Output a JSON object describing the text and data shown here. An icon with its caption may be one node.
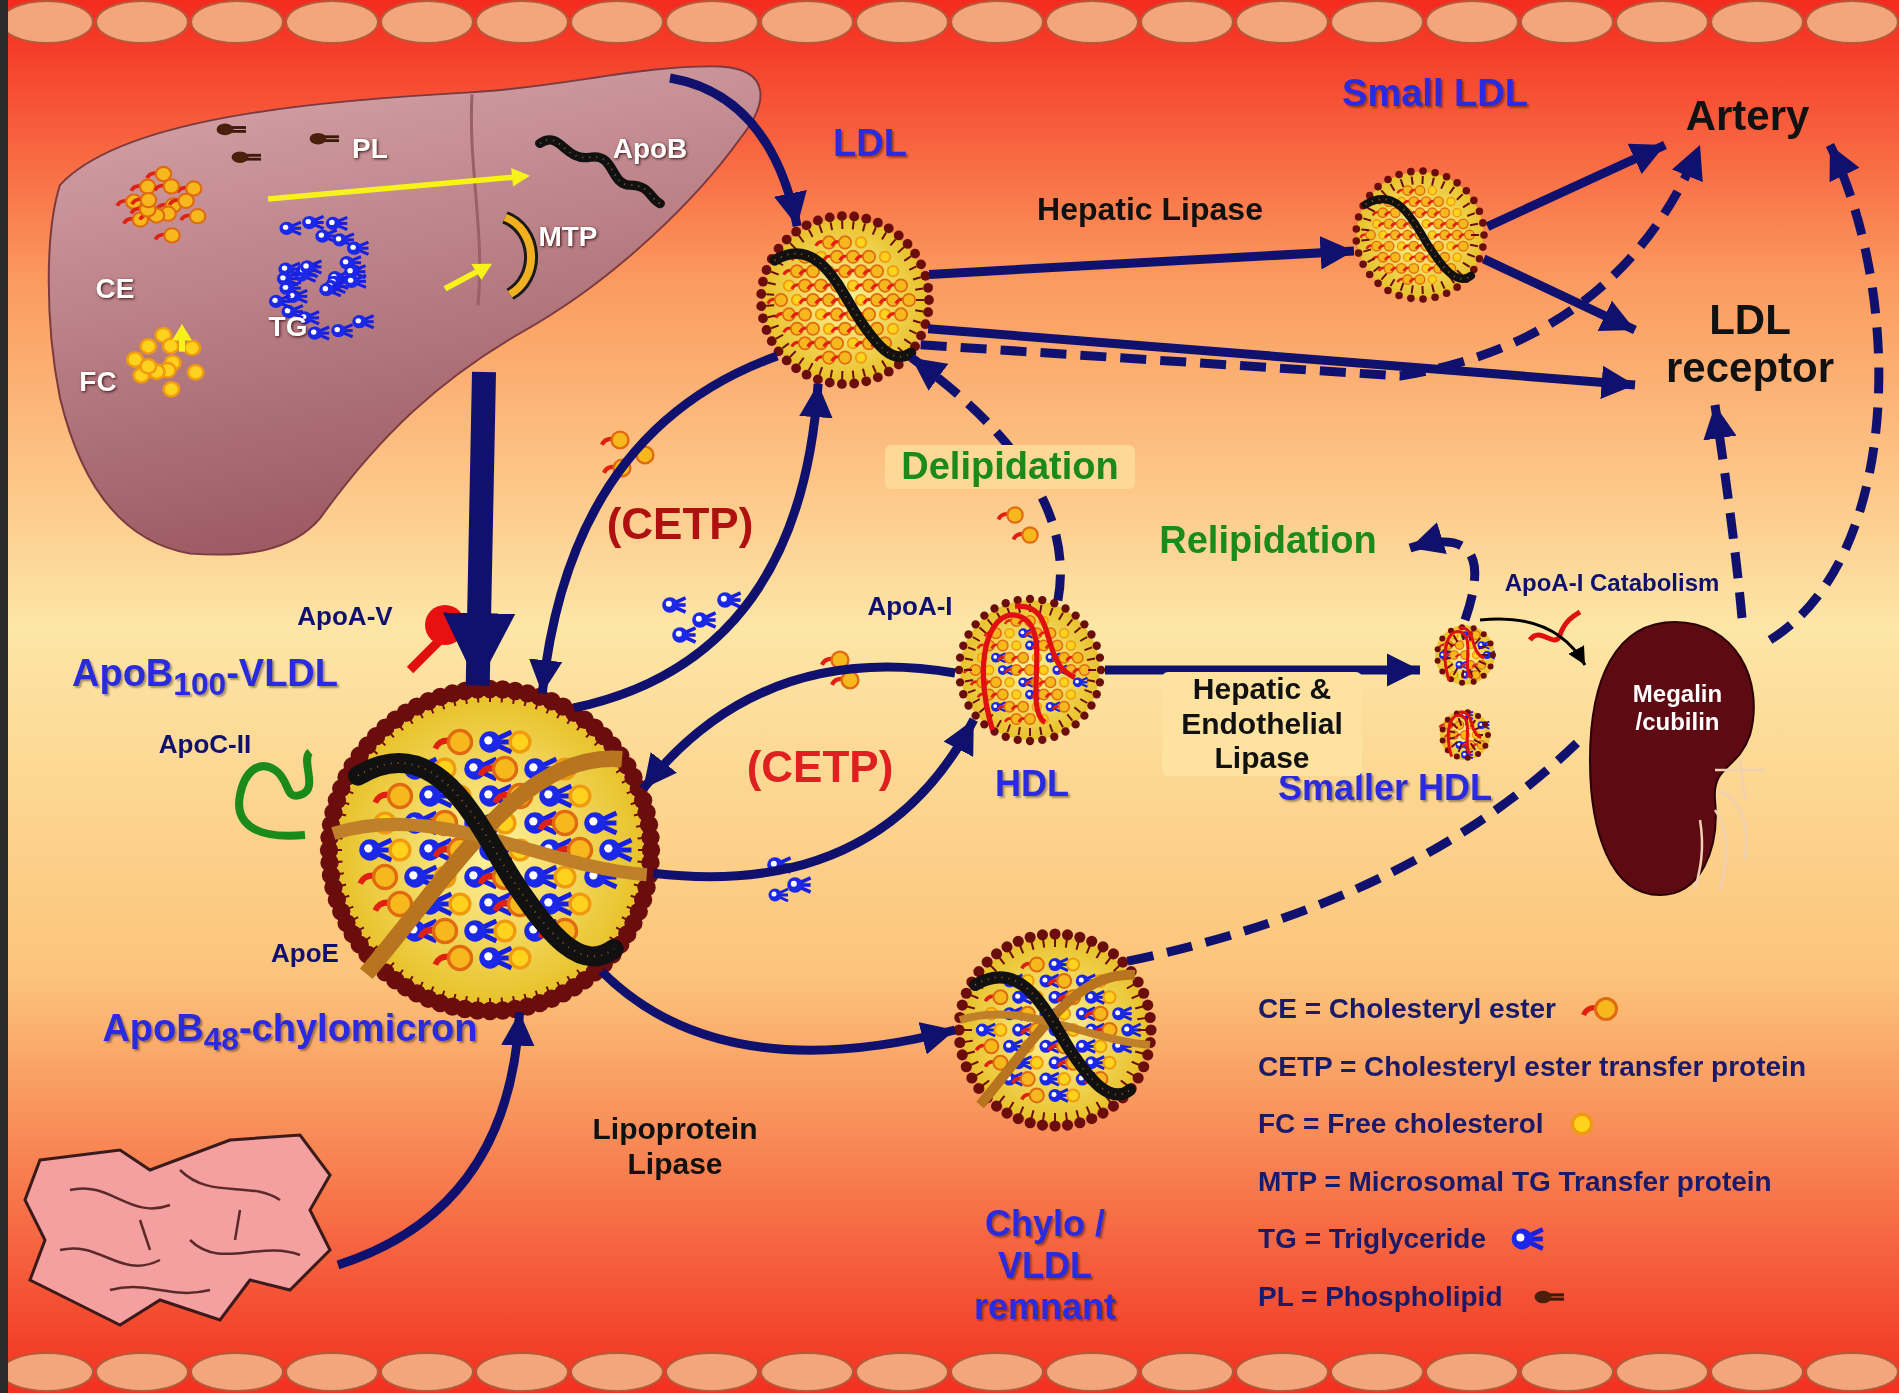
{
  "diagram": {
    "nodes": [
      {
        "text": [],
        "shape": "picture"
      },
      {
        "text": [],
        "shape": "picture",
        "beside": [
          "LDL"
        ]
      },
      {
        "text": [],
        "shape": "picture",
        "beside": [
          "Small LDL"
        ]
      },
      {
        "text": [
          "Artery"
        ]
      },
      {
        "text": [
          "LDL receptor"
        ]
      },
      {
        "text": [],
        "shape": "picture",
        "beside": [
          "ApoB$_{100}$-VLDL",
          "ApoB$_{48}$-chylomicron"
        ]
      },
      {
        "text": [],
        "shape": "picture",
        "beside": [
          "HDL"
        ]
      },
      {
        "text": [],
        "shape": "picture",
        "beside": [
          "Smaller HDL"
        ]
      },
      {
        "text": [
          "Megalin /cubilin"
        ]
      },
      {
        "text": [],
        "shape": "picture",
        "beside": [
          "Chylo / VLDL remnant"
        ]
      },
      {
        "text": [],
        "shape": "picture"
      }
    ],
    "edges": [
      {
        "from": 0,
        "to": 1,
        "arrow": "to"
      },
      {
        "from": 0,
        "to": 5,
        "arrow": "to",
        "style": "thick"
      },
      {
        "from": 1,
        "to": 2,
        "arrow": "to",
        "label": "Hepatic Lipase"
      },
      {
        "from": 2,
        "to": 3,
        "arrow": "to"
      },
      {
        "from": 2,
        "to": 4,
        "arrow": "to"
      },
      {
        "from": 1,
        "to": 4,
        "arrow": "to"
      },
      {
        "from": 1,
        "to": 3,
        "arrow": "to",
        "style": "dashed"
      },
      {
        "from": 1,
        "to": 5,
        "arrow": "to",
        "label": "(CETP)"
      },
      {
        "from": 5,
        "to": 1,
        "arrow": "to"
      },
      {
        "from": 6,
        "to": 5,
        "arrow": "to",
        "label": "(CETP)"
      },
      {
        "from": 5,
        "to": 6,
        "arrow": "to"
      },
      {
        "from": 6,
        "to": 1,
        "arrow": "to",
        "style": "dashed",
        "label": "Delipidation"
      },
      {
        "from": 6,
        "to": 7,
        "arrow": "to",
        "label": "Hepatic & Endothelial Lipase"
      },
      {
        "from": 7,
        "to": null,
        "arrow": "to",
        "style": "dashed",
        "label": "Relipidation"
      },
      {
        "from": 7,
        "to": 8,
        "arrow": "to",
        "color": "#000000"
      },
      {
        "from": 8,
        "to": 4,
        "arrow": "to",
        "style": "dashed"
      },
      {
        "from": 8,
        "to": 3,
        "arrow": "to",
        "style": "dashed"
      },
      {
        "from": 9,
        "to": 8,
        "arrow": "none",
        "style": "dashed"
      },
      {
        "from": 5,
        "to": 9,
        "arrow": "to",
        "label": "Lipoprotein Lipase"
      },
      {
        "from": 10,
        "to": 5,
        "arrow": "to"
      }
    ],
    "labels": [
      "PL",
      "ApoB",
      "MTP",
      "CE",
      "TG",
      "FC",
      "ApoA-V",
      "ApoC-II",
      "ApoE",
      "ApoA-I",
      "ApoA-I Catabolism"
    ],
    "legend": [
      {
        "text": "CE = Cholesteryl ester"
      },
      {
        "text": "CETP = Cholesteryl ester transfer protein"
      },
      {
        "text": "FC = Free cholesterol"
      },
      {
        "text": "MTP = Microsomal TG Transfer protein"
      },
      {
        "text": "TG = Triglyceride"
      },
      {
        "text": "PL = Phospholipid"
      }
    ]
  }
}
